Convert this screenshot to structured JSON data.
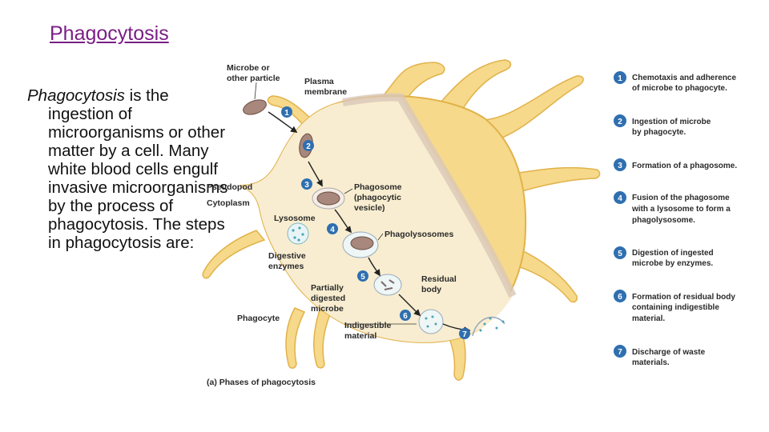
{
  "slide": {
    "title": "Phagocytosis",
    "body_term": "Phagocytosis",
    "body_rest": " is the ingestion of microorganisms or other matter by a cell.  Many white blood cells engulf invasive microorganisms by the process of phagocytosis. The steps in phagocytosis are:"
  },
  "diagram": {
    "labels": {
      "microbe_1": "Microbe or",
      "microbe_2": "other particle",
      "plasma_1": "Plasma",
      "plasma_2": "membrane",
      "pseudopod": "Pseudopod",
      "cytoplasm": "Cytoplasm",
      "lysosome": "Lysosome",
      "phagosome_1": "Phagosome",
      "phagosome_2": "(phagocytic",
      "phagosome_3": "vesicle)",
      "phagolysosomes": "Phagolysosomes",
      "digestive_1": "Digestive",
      "digestive_2": "enzymes",
      "residual_1": "Residual",
      "residual_2": "body",
      "partially_1": "Partially",
      "partially_2": "digested",
      "partially_3": "microbe",
      "phagocyte": "Phagocyte",
      "indigestible_1": "Indigestible",
      "indigestible_2": "material",
      "caption": "(a) Phases of phagocytosis"
    },
    "colors": {
      "cell": "#f6d98a",
      "cell_edge": "#e1b24a",
      "step_badge": "#2f6fb0",
      "microbe": "#a8877c"
    },
    "steps": [
      {
        "num": "1",
        "line1": "Chemotaxis and adherence",
        "line2": "of microbe to phagocyte.",
        "line3": ""
      },
      {
        "num": "2",
        "line1": "Ingestion of microbe",
        "line2": "by phagocyte.",
        "line3": ""
      },
      {
        "num": "3",
        "line1": "Formation of a phagosome.",
        "line2": "",
        "line3": ""
      },
      {
        "num": "4",
        "line1": "Fusion of the phagosome",
        "line2": "with a lysosome to form a",
        "line3": "phagolysosome."
      },
      {
        "num": "5",
        "line1": "Digestion of ingested",
        "line2": "microbe by enzymes.",
        "line3": ""
      },
      {
        "num": "6",
        "line1": "Formation of residual body",
        "line2": "containing indigestible",
        "line3": "material."
      },
      {
        "num": "7",
        "line1": "Discharge of waste",
        "line2": "materials.",
        "line3": ""
      }
    ]
  }
}
